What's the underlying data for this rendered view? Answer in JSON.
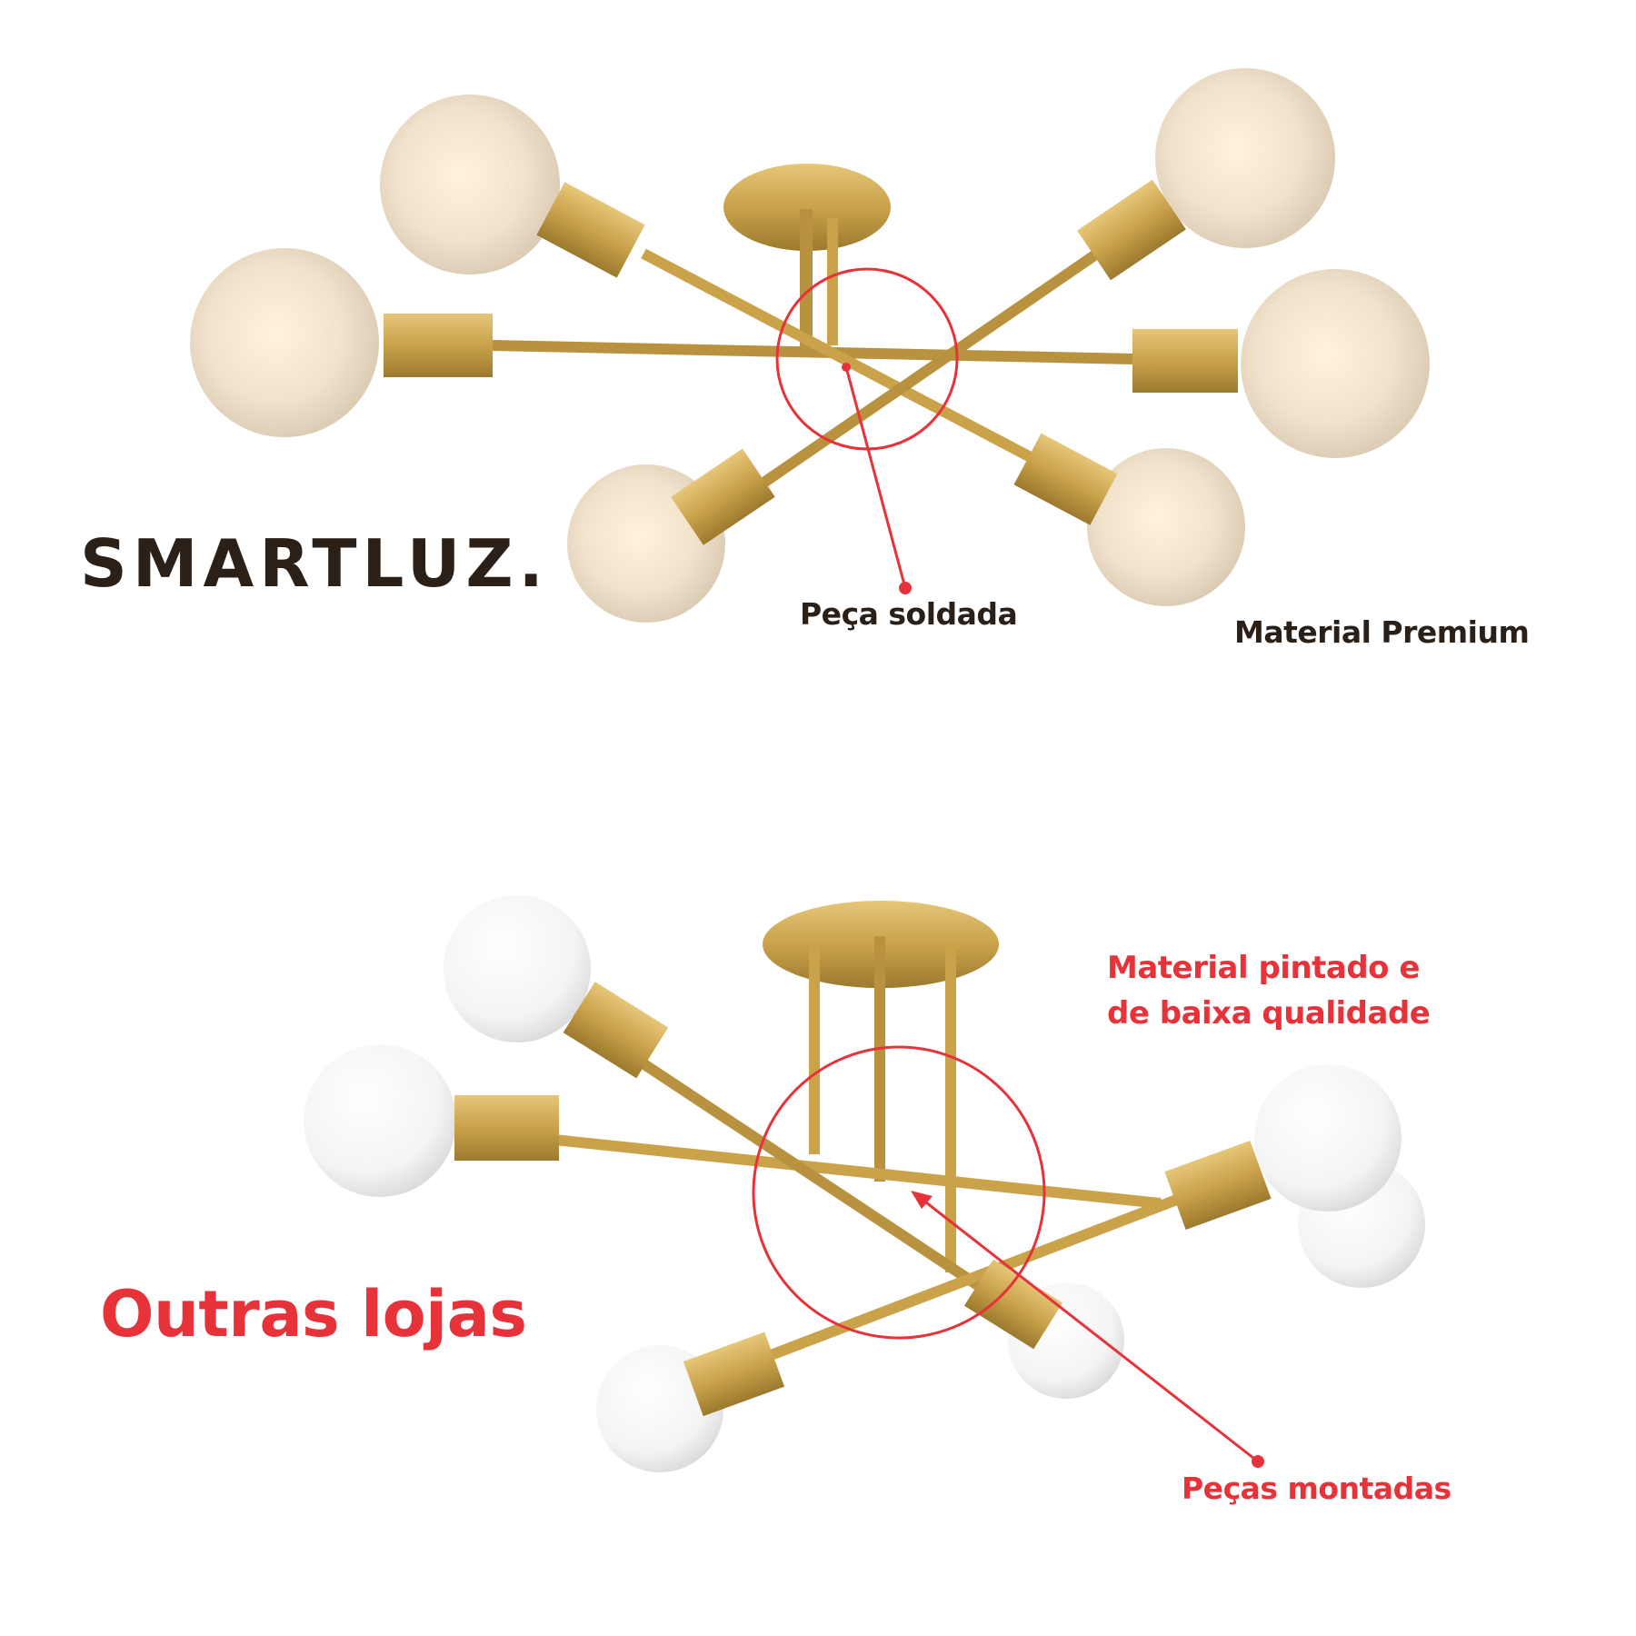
{
  "brand": "SMARTLUZ.",
  "top_section": {
    "callout": "Peça soldada",
    "caption": "Material Premium"
  },
  "bottom_section": {
    "title": "Outras lojas",
    "caption_line1": "Material pintado e",
    "caption_line2": "de baixa qualidade",
    "callout": "Peças montadas"
  },
  "colors": {
    "brand_text": "#2a2018",
    "accent_red": "#e8323a",
    "brass": "#c9a24a"
  }
}
